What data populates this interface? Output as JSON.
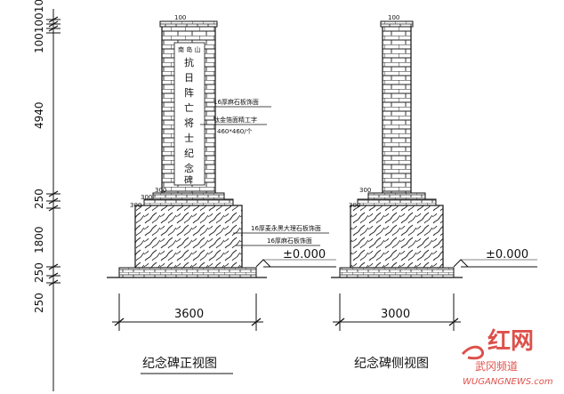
{
  "left_dimension_labels": [
    "100100100",
    "4940",
    "250",
    "1800",
    "250",
    "250"
  ],
  "front_view": {
    "width_label": "3600",
    "elevation_label": "±0.000",
    "caption": "纪念碑正视图",
    "top_mark": "100",
    "step_marks": [
      "300",
      "300",
      "300"
    ],
    "inscription_top": "南 岛 山",
    "inscription_main": [
      "抗",
      "日",
      "阵",
      "亡",
      "将",
      "士",
      "纪",
      "念",
      "碑"
    ],
    "notes": [
      "16厚麻石板饰面",
      "钛金箔面精工字",
      "460*460/个",
      "16厚麦永黑大理石板饰面",
      "16厚麻石板饰面"
    ]
  },
  "side_view": {
    "width_label": "3000",
    "elevation_label": "±0.000",
    "caption": "纪念碑侧视图",
    "top_mark": "100",
    "step_marks": [
      "300",
      "300"
    ]
  },
  "watermark": {
    "brand": "红网",
    "channel": "武冈频道",
    "url": "WUGANGNEWS.com"
  }
}
